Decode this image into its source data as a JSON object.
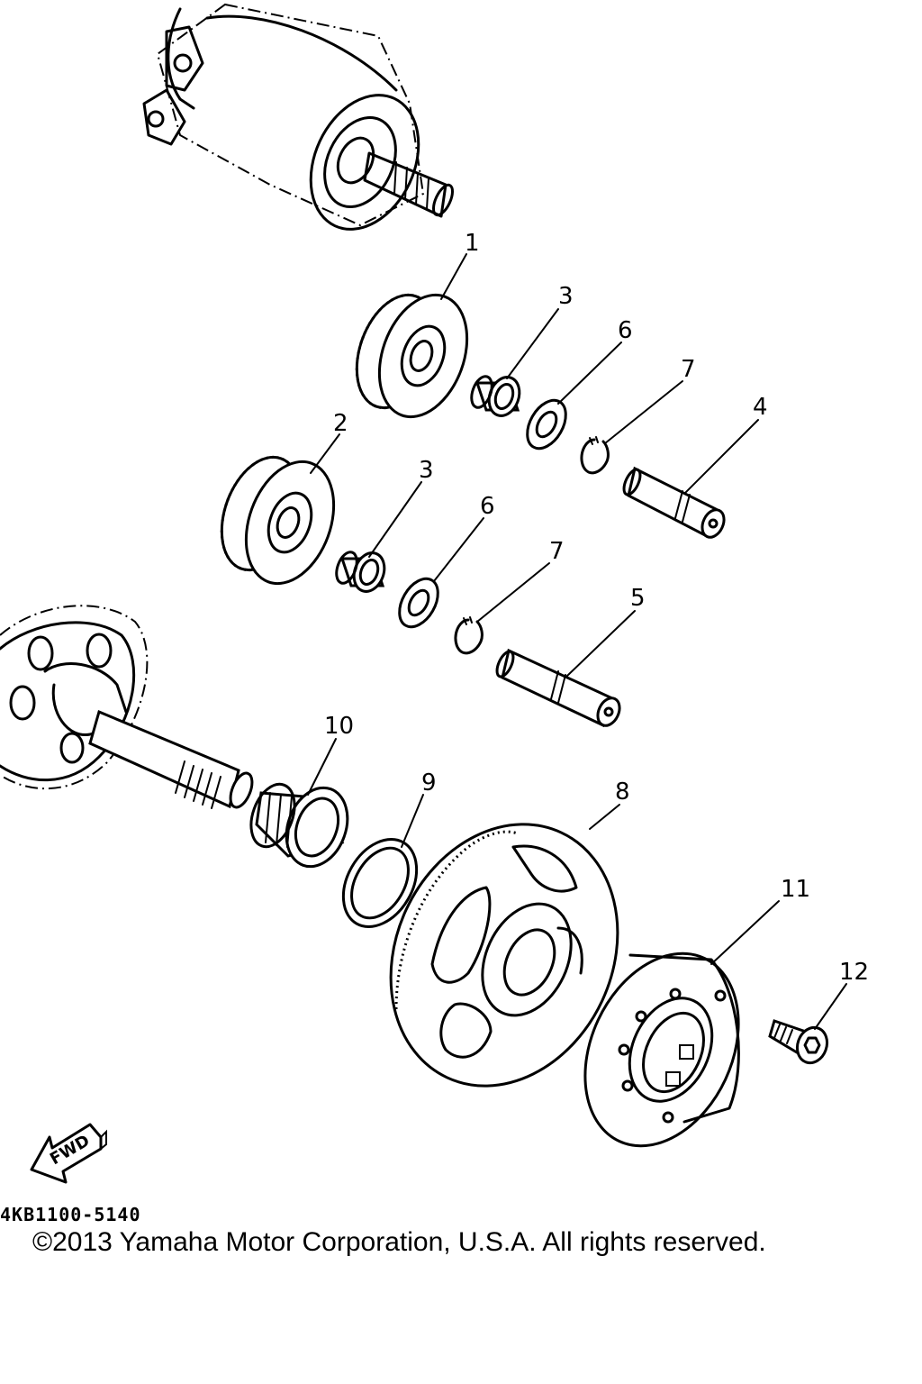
{
  "diagram": {
    "callouts": [
      {
        "id": "1",
        "label": "1"
      },
      {
        "id": "2",
        "label": "2"
      },
      {
        "id": "3a",
        "label": "3"
      },
      {
        "id": "3b",
        "label": "3"
      },
      {
        "id": "4",
        "label": "4"
      },
      {
        "id": "5",
        "label": "5"
      },
      {
        "id": "6a",
        "label": "6"
      },
      {
        "id": "6b",
        "label": "6"
      },
      {
        "id": "7a",
        "label": "7"
      },
      {
        "id": "7b",
        "label": "7"
      },
      {
        "id": "8",
        "label": "8"
      },
      {
        "id": "9",
        "label": "9"
      },
      {
        "id": "10",
        "label": "10"
      },
      {
        "id": "11",
        "label": "11"
      },
      {
        "id": "12",
        "label": "12"
      }
    ],
    "fwd_label": "FWD",
    "part_code": "4KB1100-5140",
    "copyright": "©2013 Yamaha Motor Corporation, U.S.A. All rights reserved."
  }
}
